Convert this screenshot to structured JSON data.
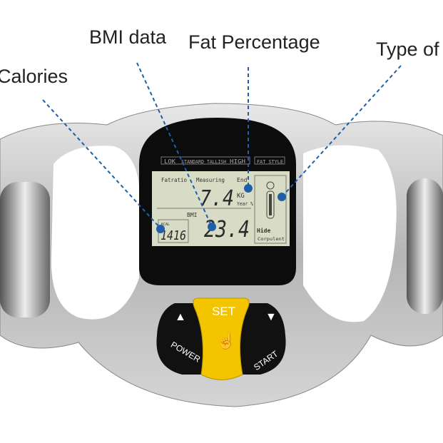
{
  "callouts": {
    "calories": "Calories",
    "bmi": "BMI data",
    "fat": "Fat Percentage",
    "type": "Type of"
  },
  "device": {
    "body_types": [
      "LOK",
      "STANDARD",
      "TALLISH",
      "HIGH"
    ],
    "fat_style": "FAT STYLE",
    "lcd": {
      "fatratio": "Fatratio",
      "measuring": "Measuring",
      "end": "End",
      "fat_value": "7.4",
      "unit_kg": "KG",
      "unit_year": "Year %",
      "bmi_label": "BMI",
      "bmi_value": "23.4",
      "kcal_label": "KCAL",
      "kcal_value": "1416",
      "hide": "Hide",
      "corpulent": "Corpulent"
    },
    "buttons": {
      "set": "SET",
      "power": "POWER",
      "start": "START",
      "up": "▲",
      "down": "▼"
    }
  },
  "colors": {
    "callout_line": "#1f5fa8",
    "lcd": "#d9dcc4",
    "set_button": "#f2c500",
    "body": "#b8b8b8"
  }
}
